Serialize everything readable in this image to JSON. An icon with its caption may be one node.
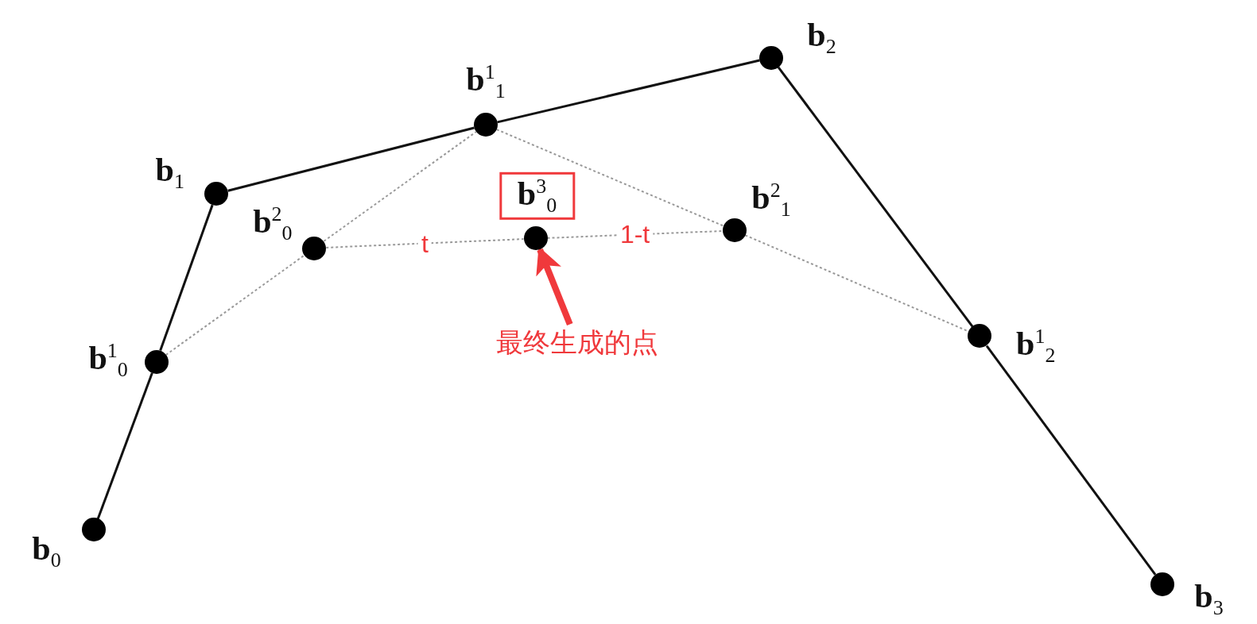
{
  "diagram": {
    "nodes": [
      {
        "text": [],
        "shape": "circle",
        "beside": [
          "**b**$_{0}$"
        ]
      },
      {
        "text": [],
        "shape": "circle",
        "beside": [
          "**b**$^{1}$$_{0}$"
        ]
      },
      {
        "text": [],
        "shape": "circle",
        "beside": [
          "**b**$_{1}$"
        ]
      },
      {
        "text": [],
        "shape": "circle",
        "beside": [
          "**b**$^{2}$$_{0}$"
        ]
      },
      {
        "text": [],
        "shape": "circle",
        "beside": [
          "**b**$^{1}$$_{1}$"
        ]
      },
      {
        "text": [],
        "shape": "circle",
        "beside": [
          "**b**$_{2}$"
        ]
      },
      {
        "text": [],
        "shape": "circle"
      },
      {
        "text": [
          "**b**$^{3}$$_{0}$"
        ]
      },
      {
        "text": [],
        "shape": "circle",
        "beside": [
          "**b**$^{2}$$_{1}$"
        ]
      },
      {
        "text": [],
        "shape": "circle",
        "beside": [
          "**b**$^{1}$$_{2}$"
        ]
      },
      {
        "text": [],
        "shape": "circle",
        "beside": [
          "**b**$_{3}$"
        ]
      },
      {
        "text": [
          "最终生成的点"
        ]
      }
    ],
    "edges": [
      {
        "from": 0,
        "to": 1,
        "arrow": "none"
      },
      {
        "from": 1,
        "to": 2,
        "arrow": "none"
      },
      {
        "from": 2,
        "to": 4,
        "arrow": "none"
      },
      {
        "from": 4,
        "to": 5,
        "arrow": "none"
      },
      {
        "from": 5,
        "to": 9,
        "arrow": "none"
      },
      {
        "from": 9,
        "to": 10,
        "arrow": "none"
      },
      {
        "from": 1,
        "to": 3,
        "arrow": "none",
        "style": "dashed",
        "color": "#999999"
      },
      {
        "from": 3,
        "to": 4,
        "arrow": "none",
        "style": "dashed",
        "color": "#999999"
      },
      {
        "from": 4,
        "to": 8,
        "arrow": "none",
        "style": "dashed",
        "color": "#999999"
      },
      {
        "from": 8,
        "to": 9,
        "arrow": "none",
        "style": "dashed",
        "color": "#999999"
      },
      {
        "from": 3,
        "to": 6,
        "arrow": "none",
        "style": "dashed",
        "color": "#999999",
        "label": "t"
      },
      {
        "from": 6,
        "to": 8,
        "arrow": "none",
        "style": "dashed",
        "color": "#999999",
        "label": "1-t"
      },
      {
        "from": 11,
        "to": 6,
        "arrow": "to",
        "style": "thick",
        "color": "#f0393c"
      }
    ]
  }
}
